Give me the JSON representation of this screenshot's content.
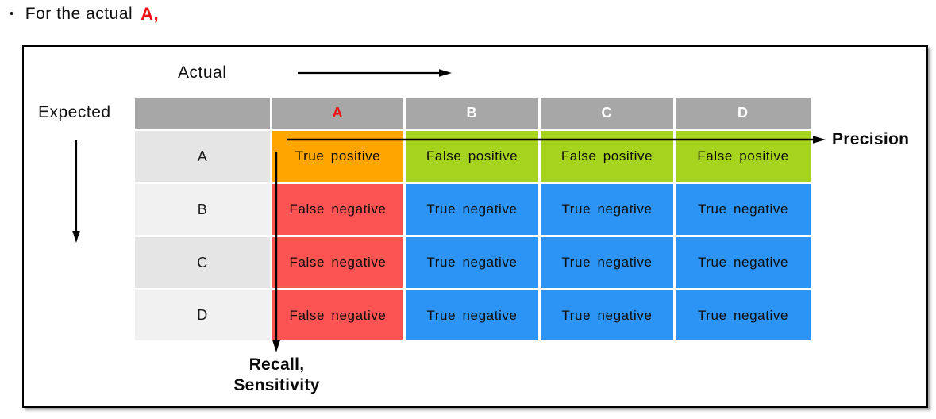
{
  "headline": {
    "bullet_glyph": "•",
    "text": "For the actual",
    "highlight": "A,"
  },
  "diagram": {
    "actual_label": "Actual",
    "expected_label": "Expected",
    "precision_label": "Precision",
    "recall_line1": "Recall,",
    "recall_line2": "Sensitivity"
  },
  "matrix": {
    "corner": "",
    "column_headers": [
      "A",
      "B",
      "C",
      "D"
    ],
    "row_headers": [
      "A",
      "B",
      "C",
      "D"
    ],
    "cells": [
      [
        "True positive",
        "False positive",
        "False positive",
        "False positive"
      ],
      [
        "False negative",
        "True negative",
        "True negative",
        "True negative"
      ],
      [
        "False negative",
        "True negative",
        "True negative",
        "True negative"
      ],
      [
        "False negative",
        "True negative",
        "True negative",
        "True negative"
      ]
    ],
    "cell_types": [
      [
        "tp",
        "fp",
        "fp",
        "fp"
      ],
      [
        "fn",
        "tn",
        "tn",
        "tn"
      ],
      [
        "fn",
        "tn",
        "tn",
        "tn"
      ],
      [
        "fn",
        "tn",
        "tn",
        "tn"
      ]
    ]
  },
  "colors": {
    "tp": "#FFA500",
    "fp": "#A6D41E",
    "fn": "#FB5452",
    "tn": "#2B94F4",
    "header_bg": "#A7A7A7",
    "header_text": "#FFFFFF",
    "highlight_red": "#F01212",
    "row_band_dark": "#E5E5E5",
    "row_band_light": "#F1F1F1",
    "arrow": "#000000"
  }
}
